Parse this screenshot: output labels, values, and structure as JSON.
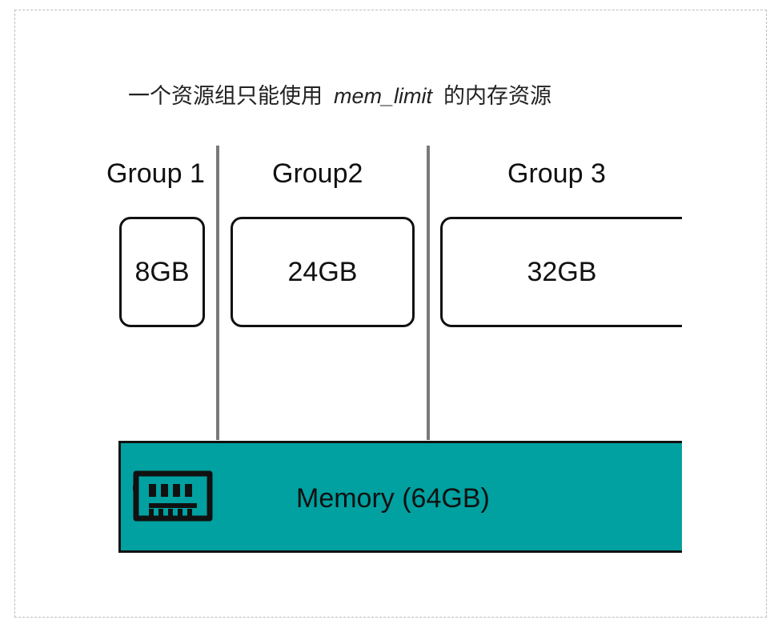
{
  "caption": {
    "prefix": "一个资源组只能使用",
    "code": "mem_limit",
    "suffix": "的内存资源"
  },
  "groups": [
    {
      "label": "Group 1",
      "memory": "8GB"
    },
    {
      "label": "Group2",
      "memory": "24GB"
    },
    {
      "label": "Group 3",
      "memory": "32GB"
    }
  ],
  "memory": {
    "label": "Memory (64GB)",
    "icon": "ram-chip-icon",
    "color": "#00a1a0"
  }
}
